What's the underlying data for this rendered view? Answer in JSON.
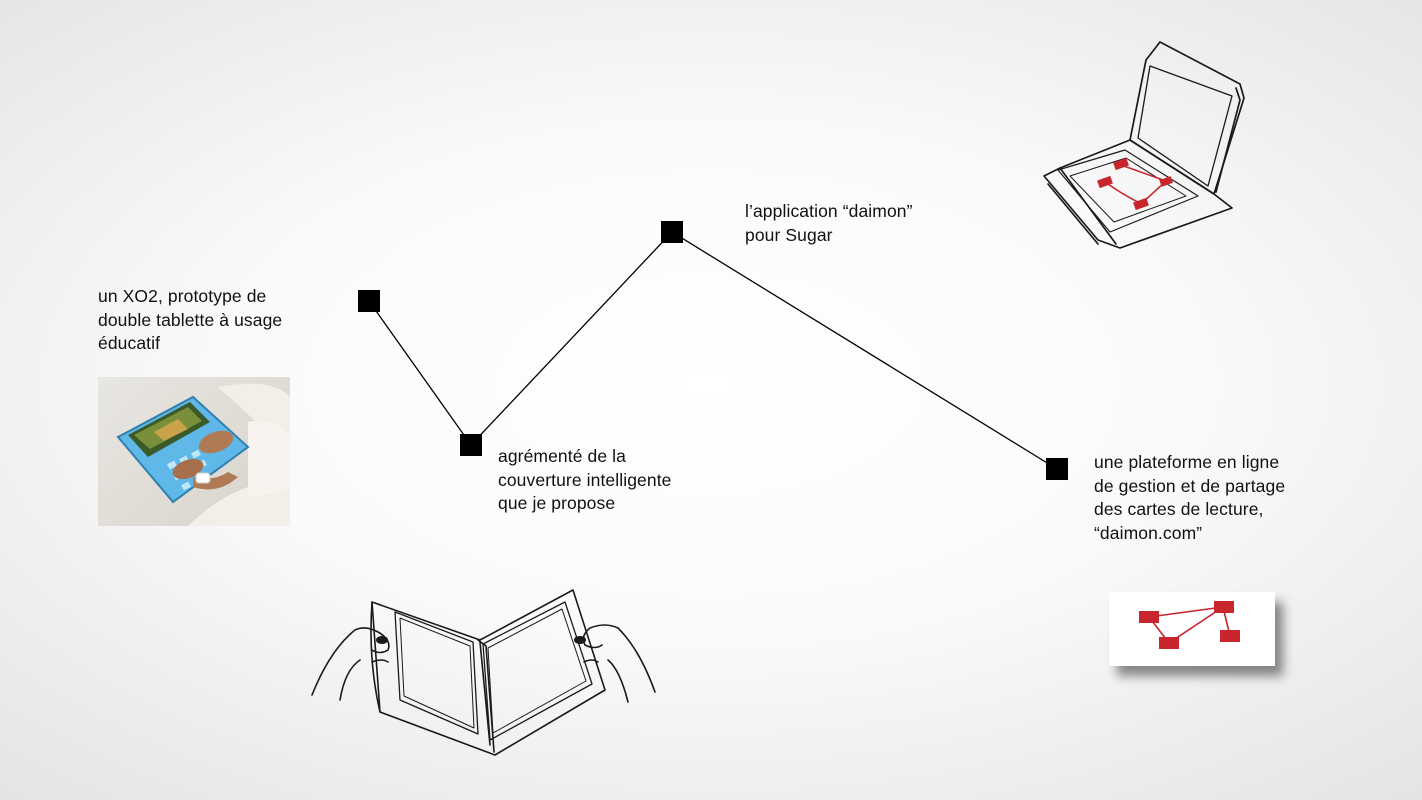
{
  "steps": [
    {
      "id": "xo2",
      "lines": [
        "un XO2, prototype de",
        "double tablette à usage",
        "éducatif"
      ]
    },
    {
      "id": "cover",
      "lines": [
        "agrémenté de la",
        "couverture intelligente",
        "que je propose"
      ]
    },
    {
      "id": "app",
      "lines": [
        "l’application “daimon”",
        "pour Sugar"
      ]
    },
    {
      "id": "platform",
      "lines": [
        "une plateforme en ligne",
        "de gestion et de partage",
        "des cartes de lecture,",
        "“daimon.com”"
      ]
    }
  ],
  "colors": {
    "text": "#111111",
    "node": "#000000",
    "connector": "#000000",
    "accent_red": "#c8252c",
    "laptop_blue": "#4aa3d8"
  },
  "icons": [
    "xo2-photo-icon",
    "tablet-hands-sketch-icon",
    "laptop-sketch-icon",
    "website-card-icon"
  ]
}
